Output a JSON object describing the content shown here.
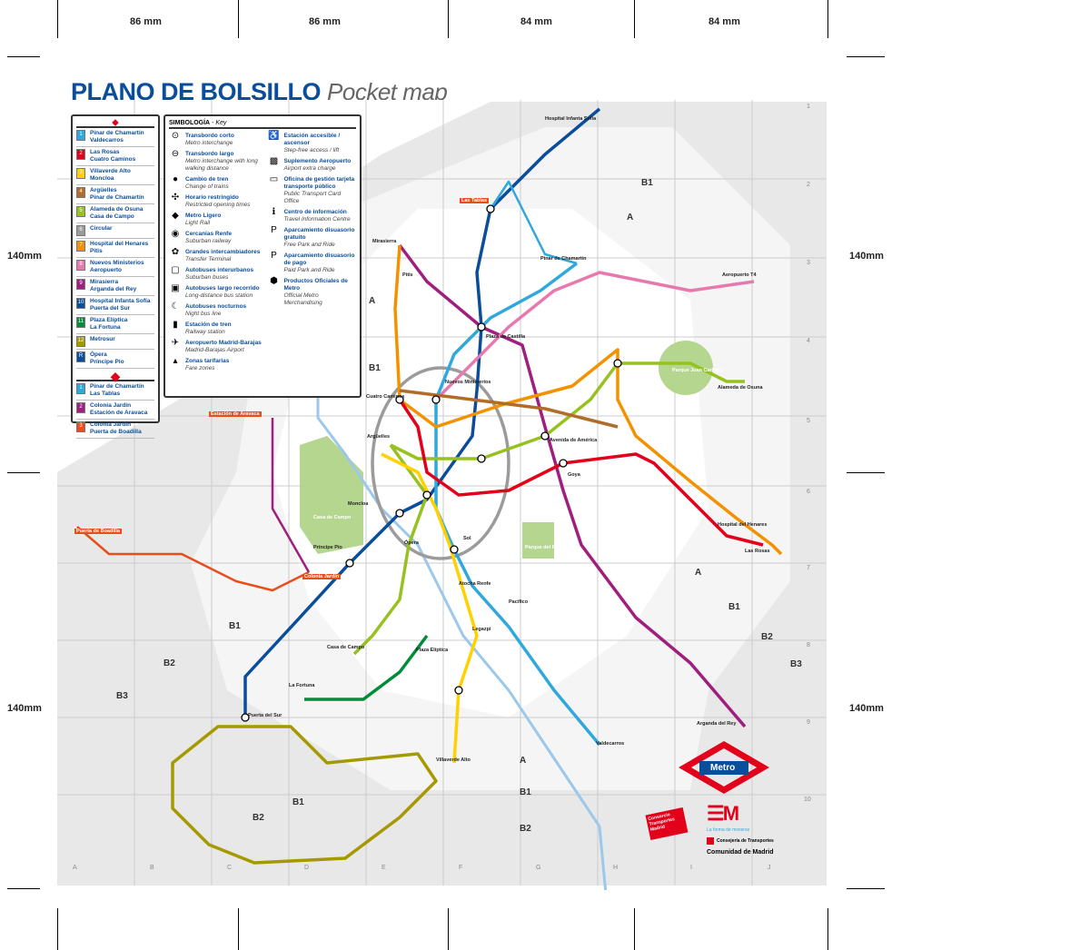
{
  "dimensions": {
    "top": [
      "86 mm",
      "86 mm",
      "84 mm",
      "84 mm"
    ],
    "side": "140mm"
  },
  "title": {
    "main": "PLANO DE BOLSILLO",
    "sub": "Pocket map"
  },
  "lines_legend": [
    {
      "num": "1",
      "name": "Pinar de Chamartín",
      "name2": "Valdecarros",
      "color": "#2fa8dc"
    },
    {
      "num": "2",
      "name": "Las Rosas",
      "name2": "Cuatro Caminos",
      "color": "#e2001a"
    },
    {
      "num": "3",
      "name": "Villaverde Alto",
      "name2": "Moncloa",
      "color": "#ffd100"
    },
    {
      "num": "4",
      "name": "Argüelles",
      "name2": "Pinar de Chamartín",
      "color": "#b26c29"
    },
    {
      "num": "5",
      "name": "Alameda de Osuna",
      "name2": "Casa de Campo",
      "color": "#96c11f"
    },
    {
      "num": "6",
      "name": "Circular",
      "name2": "",
      "color": "#9b9b9b"
    },
    {
      "num": "7",
      "name": "Hospital del Henares",
      "name2": "Pitis",
      "color": "#f39200"
    },
    {
      "num": "8",
      "name": "Nuevos Ministerios",
      "name2": "Aeropuerto",
      "color": "#e879ae"
    },
    {
      "num": "9",
      "name": "Mirasierra",
      "name2": "Arganda del Rey",
      "color": "#9e1f80"
    },
    {
      "num": "10",
      "name": "Hospital Infanta Sofía",
      "name2": "Puerta del Sur",
      "color": "#0a4d9b"
    },
    {
      "num": "11",
      "name": "Plaza Elíptica",
      "name2": "La Fortuna",
      "color": "#008c3a"
    },
    {
      "num": "12",
      "name": "Metrosur",
      "name2": "",
      "color": "#a49a00"
    },
    {
      "num": "R",
      "name": "Ópera",
      "name2": "Príncipe Pío",
      "color": "#0a4d9b"
    }
  ],
  "light_rail_legend": [
    {
      "num": "1",
      "name": "Pinar de Chamartín",
      "name2": "Las Tablas",
      "color": "#2fa8dc"
    },
    {
      "num": "2",
      "name": "Colonia Jardín",
      "name2": "Estación de Aravaca",
      "color": "#9e1f80"
    },
    {
      "num": "3",
      "name": "Colonia Jardín",
      "name2": "Puerta de Boadilla",
      "color": "#e84e1b"
    }
  ],
  "key": {
    "title": "SIMBOLOGÍA",
    "title_en": "Key",
    "items": [
      {
        "icon": "interchange-icon",
        "g": "⊙",
        "es": "Transbordo corto",
        "en": "Metro interchange"
      },
      {
        "icon": "long-interchange-icon",
        "g": "⊖",
        "es": "Transbordo largo",
        "en": "Metro interchange with long walking distance"
      },
      {
        "icon": "change-trains-icon",
        "g": "●",
        "es": "Cambio de tren",
        "en": "Change of trains"
      },
      {
        "icon": "restricted-hours-icon",
        "g": "✣",
        "es": "Horario restringido",
        "en": "Restricted opening times"
      },
      {
        "icon": "light-rail-icon",
        "g": "◆",
        "es": "Metro Ligero",
        "en": "Light Rail"
      },
      {
        "icon": "suburban-rail-icon",
        "g": "◉",
        "es": "Cercanías Renfe",
        "en": "Suburban railway"
      },
      {
        "icon": "transfer-terminal-icon",
        "g": "✿",
        "es": "Grandes intercambiadores",
        "en": "Transfer Terminal"
      },
      {
        "icon": "suburban-bus-icon",
        "g": "▢",
        "es": "Autobuses interurbanos",
        "en": "Suburban buses"
      },
      {
        "icon": "long-distance-bus-icon",
        "g": "▣",
        "es": "Autobuses largo recorrido",
        "en": "Long-distance bus station"
      },
      {
        "icon": "night-bus-icon",
        "g": "☾",
        "es": "Autobuses nocturnos",
        "en": "Night bus line"
      },
      {
        "icon": "railway-station-icon",
        "g": "▮",
        "es": "Estación de tren",
        "en": "Railway station"
      },
      {
        "icon": "airport-icon",
        "g": "✈",
        "es": "Aeropuerto Madrid-Barajas",
        "en": "Madrid-Barajas Airport"
      },
      {
        "icon": "fare-zones-icon",
        "g": "▴",
        "es": "Zonas tarifarias",
        "en": "Fare zones"
      }
    ],
    "items2": [
      {
        "icon": "accessible-icon",
        "g": "♿",
        "es": "Estación accesible / ascensor",
        "en": "Step-free access / lift"
      },
      {
        "icon": "airport-charge-icon",
        "g": "▩",
        "es": "Suplemento Aeropuerto",
        "en": "Airport extra charge"
      },
      {
        "icon": "card-office-icon",
        "g": "▭",
        "es": "Oficina de gestión tarjeta transporte público",
        "en": "Public Transport Card Office"
      },
      {
        "icon": "info-icon",
        "g": "ℹ",
        "es": "Centro de información",
        "en": "Travel Information Centre"
      },
      {
        "icon": "free-parking-icon",
        "g": "P",
        "es": "Aparcamiento disuasorio gratuito",
        "en": "Free Park and Ride"
      },
      {
        "icon": "paid-parking-icon",
        "g": "P",
        "es": "Aparcamiento disuasorio de pago",
        "en": "Paid Park and Ride"
      },
      {
        "icon": "merchandising-icon",
        "g": "⬢",
        "es": "Productos Oficiales de Metro",
        "en": "Official Metro Merchandising"
      }
    ]
  },
  "stations": [
    "Pinar de Chamartín",
    "Las Tablas",
    "Hospital Infanta Sofía",
    "Mirasierra",
    "Pitis",
    "Nuevos Ministerios",
    "Cuatro Caminos",
    "Moncloa",
    "Argüelles",
    "Sol",
    "Ópera",
    "Príncipe Pío",
    "Atocha Renfe",
    "Casa de Campo",
    "Alameda de Osuna",
    "Aeropuerto T4",
    "Las Rosas",
    "Valdecarros",
    "Arganda del Rey",
    "Puerta del Sur",
    "Villaverde Alto",
    "Plaza Elíptica",
    "La Fortuna",
    "Puerta de Boadilla",
    "Estación de Aravaca",
    "Hospital del Henares",
    "Avenida de América",
    "Plaza de Castilla",
    "Colonia Jardín",
    "Legazpi",
    "Pacífico",
    "Goya"
  ],
  "zones": [
    "A",
    "B1",
    "B2",
    "B3"
  ],
  "grid_numbers": [
    "1",
    "2",
    "3",
    "4",
    "5",
    "6",
    "7",
    "8",
    "9",
    "10"
  ],
  "grid_letters": [
    "A",
    "B",
    "C",
    "D",
    "E",
    "F",
    "G",
    "H",
    "I",
    "J"
  ],
  "parks": [
    "Casa de Campo",
    "Parque Juan Carlos I",
    "Parque del Retiro"
  ],
  "brand": {
    "logo": "Metro",
    "crtm": "Consorcio Transportes Madrid",
    "em": "La forma de moverse",
    "region_top": "Consejería de Transportes",
    "region": "Comunidad de Madrid"
  }
}
